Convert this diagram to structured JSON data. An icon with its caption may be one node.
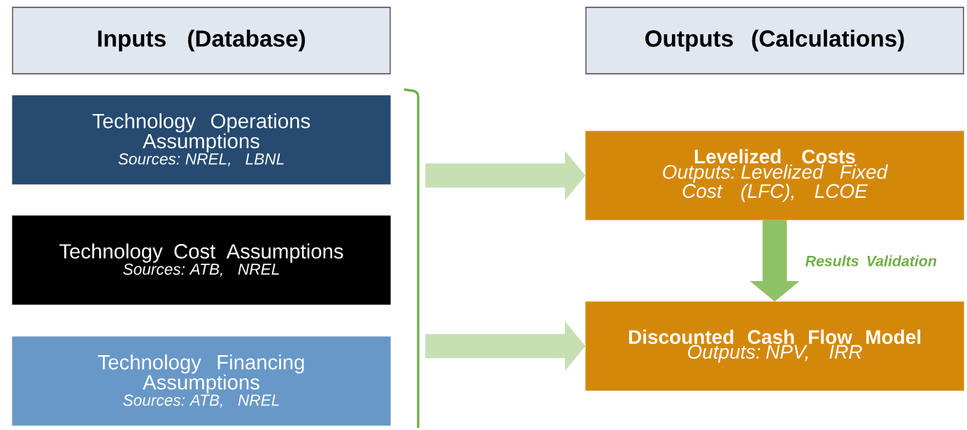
{
  "diagram": {
    "nodes": [
      {
        "text": [
          "Inputs (Database)"
        ]
      },
      {
        "text": [
          "Outputs (Calculations)"
        ]
      },
      {
        "text": [
          "Technology Operations Assumptions",
          "Sources: NREL, LBNL"
        ]
      },
      {
        "text": [
          "Technology Cost Assumptions",
          "Sources: ATB, NREL"
        ]
      },
      {
        "text": [
          "Technology Financing Assumptions",
          "Sources: ATB, NREL"
        ]
      },
      {
        "text": [
          "Levelized Costs",
          "Outputs: Levelized Fixed Cost (LFC), LCOE"
        ]
      },
      {
        "text": [
          "Discounted Cash Flow Model",
          "Outputs: NPV, IRR"
        ]
      },
      {
        "text": [],
        "shape": "bracket"
      }
    ],
    "edges": [
      {
        "from": 7,
        "to": 5,
        "arrow": "to"
      },
      {
        "from": 7,
        "to": 6,
        "arrow": "to"
      },
      {
        "from": 5,
        "to": 6,
        "arrow": "to",
        "color": "#8fc167",
        "label": "Results Validation"
      }
    ]
  }
}
